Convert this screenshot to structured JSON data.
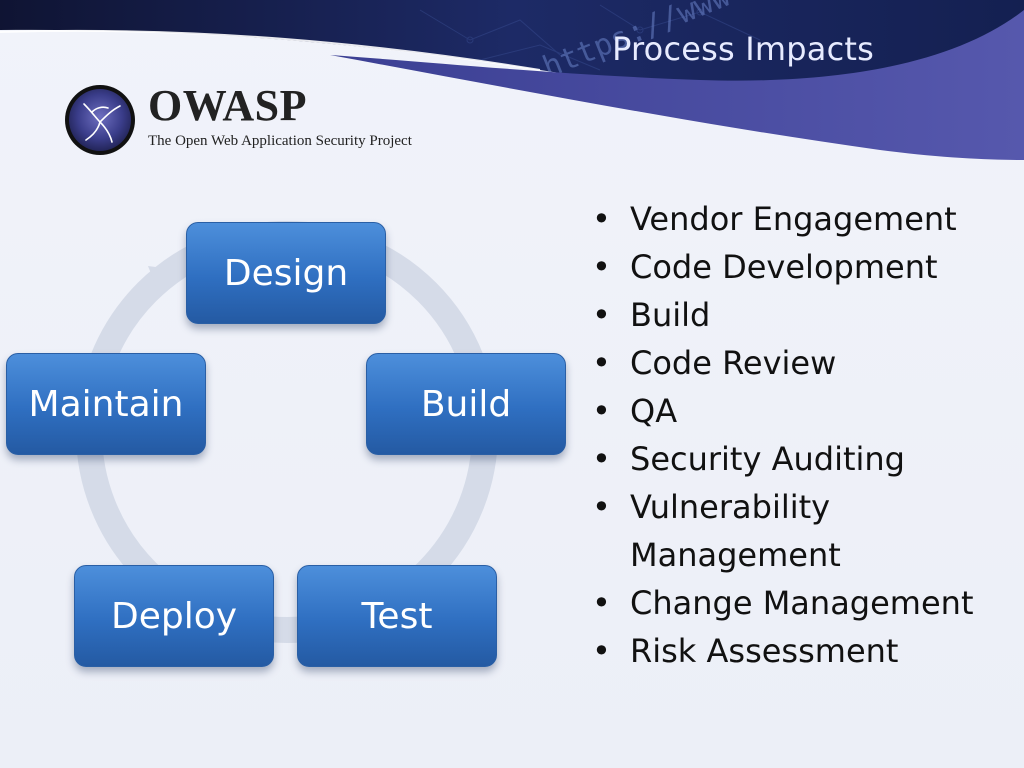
{
  "slide": {
    "title": "Process Impacts"
  },
  "logo": {
    "name": "OWASP",
    "tagline": "The Open Web Application Security Project",
    "header_watermark": "https://www"
  },
  "cycle": {
    "nodes": [
      "Design",
      "Build",
      "Test",
      "Deploy",
      "Maintain"
    ]
  },
  "bullets": [
    "Vendor Engagement",
    "Code Development",
    "Build",
    "Code Review",
    "QA",
    "Security Auditing",
    "Vulnerability Management",
    "Change Management",
    "Risk Assessment"
  ],
  "colors": {
    "header_navy": "#141b4a",
    "header_purple": "#4c4fa4",
    "node_blue": "#2f6fc1",
    "cycle_ring": "#d5dbe8"
  }
}
